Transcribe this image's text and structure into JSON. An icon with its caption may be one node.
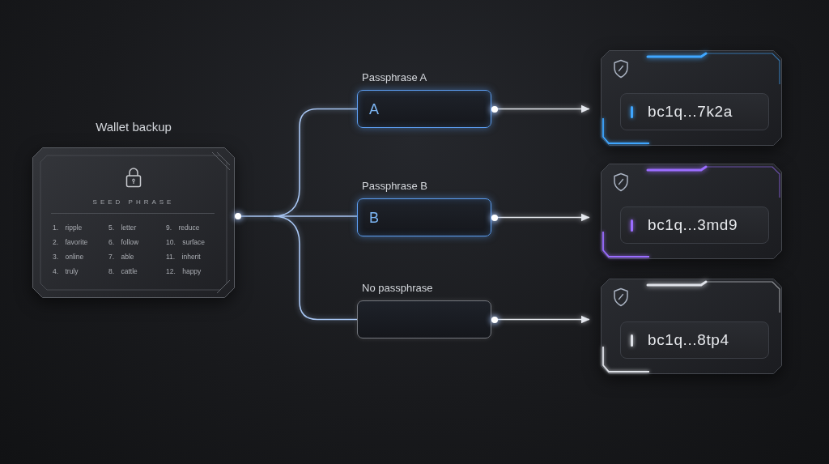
{
  "diagram": {
    "nodes": [
      {
        "text": [
          "Wallet backup",
          "SEED PHRASE",
          "1. ripple",
          "2. favorite",
          "3. online",
          "4. truly",
          "5. letter",
          "6. follow",
          "7. able",
          "8. cattle",
          "9. reduce",
          "10. surface",
          "11. inherit",
          "12. happy"
        ]
      },
      {
        "text": [
          "Passphrase A",
          "A"
        ]
      },
      {
        "text": [
          "Passphrase B",
          "B"
        ]
      },
      {
        "text": [
          "No passphrase"
        ]
      },
      {
        "text": [
          "bc1q...7k2a"
        ]
      },
      {
        "text": [
          "bc1q...3md9"
        ]
      },
      {
        "text": [
          "bc1q...8tp4"
        ]
      }
    ],
    "edges": [
      {
        "from": 0,
        "to": 1,
        "arrow": "none"
      },
      {
        "from": 0,
        "to": 2,
        "arrow": "none"
      },
      {
        "from": 0,
        "to": 3,
        "arrow": "none"
      },
      {
        "from": 1,
        "to": 4,
        "arrow": "to",
        "color": "#e6e9ef"
      },
      {
        "from": 2,
        "to": 5,
        "arrow": "to",
        "color": "#e6e9ef"
      },
      {
        "from": 3,
        "to": 6,
        "arrow": "to",
        "color": "#e6e9ef"
      }
    ]
  }
}
